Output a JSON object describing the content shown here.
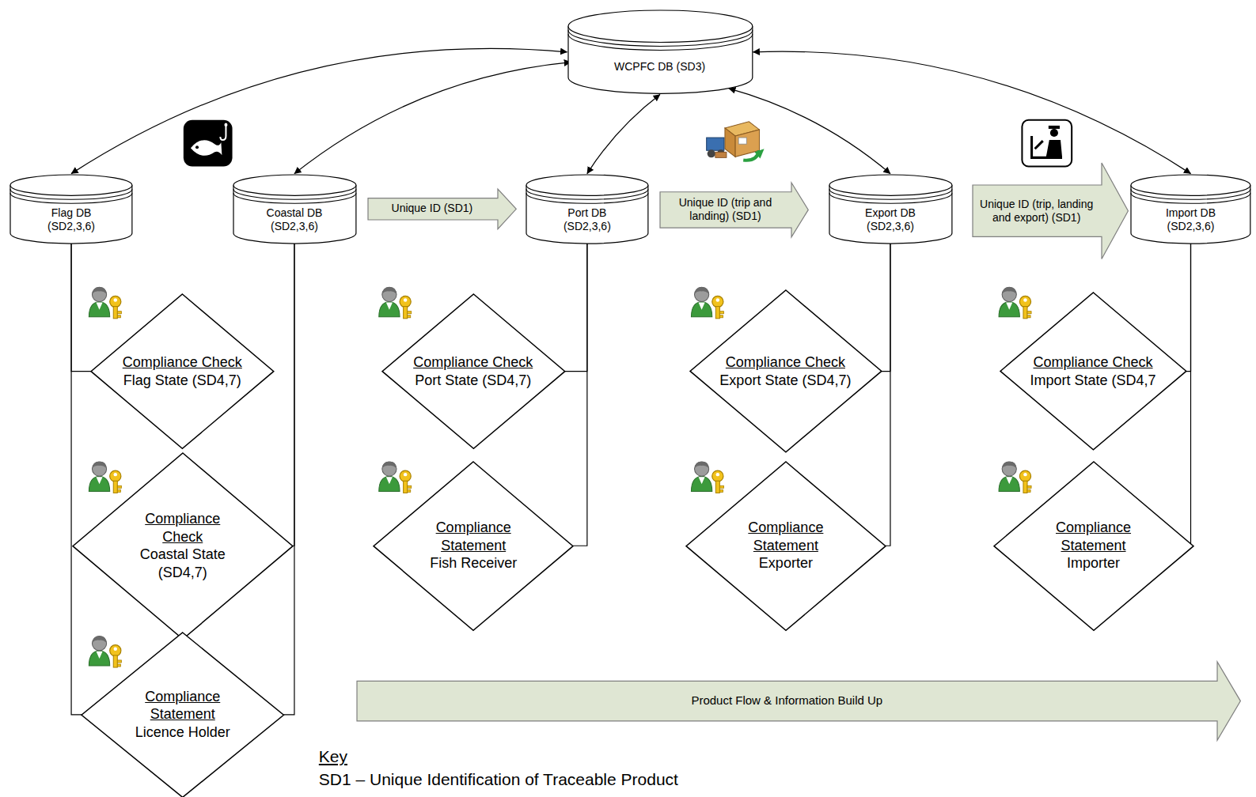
{
  "diagram": {
    "nodes": [
      {
        "text": [
          "WCPFC DB (SD3)"
        ]
      },
      {
        "text": [
          "Flag DB (SD2,3,6)"
        ]
      },
      {
        "text": [
          "Coastal DB (SD2,3,6)"
        ]
      },
      {
        "text": [
          "Unique ID (SD1)"
        ]
      },
      {
        "text": [
          "Port DB (SD2,3,6)"
        ]
      },
      {
        "text": [
          "Unique ID (trip and landing) (SD1)"
        ]
      },
      {
        "text": [
          "Export DB (SD2,3,6)"
        ]
      },
      {
        "text": [
          "Unique ID (trip, landing and export) (SD1)"
        ]
      },
      {
        "text": [
          "Import DB (SD2,3,6)"
        ]
      },
      {
        "text": [
          "Compliance Check",
          "Flag State (SD4,7)"
        ]
      },
      {
        "text": [
          "Compliance Check",
          "Port State (SD4,7)"
        ]
      },
      {
        "text": [
          "Compliance Check",
          "Export State (SD4,7)"
        ]
      },
      {
        "text": [
          "Compliance Check",
          "Import State (SD4,7"
        ]
      },
      {
        "text": [
          "Compliance Check",
          "Coastal State (SD4,7)"
        ]
      },
      {
        "text": [
          "Compliance Statement",
          "Fish Receiver"
        ]
      },
      {
        "text": [
          "Compliance Statement",
          "Exporter"
        ]
      },
      {
        "text": [
          "Compliance Statement",
          "Importer"
        ]
      },
      {
        "text": [
          "Compliance Statement",
          "Licence Holder"
        ]
      },
      {
        "text": [
          "Product Flow & Information Build Up"
        ]
      }
    ],
    "edges": [
      {
        "from": 0,
        "to": 1,
        "arrow": "both"
      },
      {
        "from": 0,
        "to": 2,
        "arrow": "both"
      },
      {
        "from": 0,
        "to": 4,
        "arrow": "both"
      },
      {
        "from": 0,
        "to": 6,
        "arrow": "both"
      },
      {
        "from": 0,
        "to": 8,
        "arrow": "both"
      },
      {
        "from": 1,
        "to": 9,
        "arrow": "none"
      },
      {
        "from": 1,
        "to": 17,
        "arrow": "none"
      },
      {
        "from": 2,
        "to": 13,
        "arrow": "none"
      },
      {
        "from": 2,
        "to": 17,
        "arrow": "none"
      },
      {
        "from": 4,
        "to": 10,
        "arrow": "none"
      },
      {
        "from": 4,
        "to": 14,
        "arrow": "none"
      },
      {
        "from": 6,
        "to": 11,
        "arrow": "none"
      },
      {
        "from": 6,
        "to": 15,
        "arrow": "none"
      },
      {
        "from": 8,
        "to": 12,
        "arrow": "none"
      },
      {
        "from": 8,
        "to": 16,
        "arrow": "none"
      }
    ],
    "labels": [
      "Key",
      "SD1 – Unique Identification of Traceable Product"
    ]
  }
}
